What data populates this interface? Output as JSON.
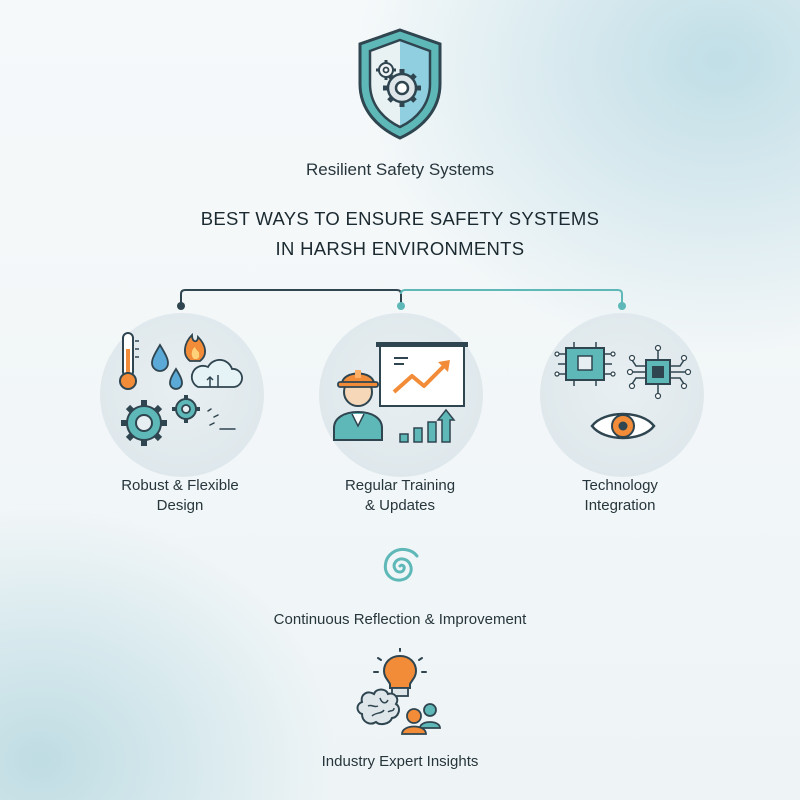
{
  "brand": {
    "icon": "shield-gear-icon",
    "title": "Resilient Safety Systems"
  },
  "headline": {
    "line1": "BEST WAYS TO ENSURE SAFETY SYSTEMS",
    "line2": "IN HARSH ENVIRONMENTS"
  },
  "branches": [
    {
      "label_line1": "Robust & Flexible",
      "label_line2": "Design",
      "icons": [
        "thermometer-icon",
        "water-drops-icon",
        "fire-icon",
        "cloud-icon",
        "gears-icon"
      ]
    },
    {
      "label_line1": "Regular Training",
      "label_line2": "& Updates",
      "icons": [
        "worker-icon",
        "presentation-board-icon",
        "growth-chart-icon"
      ]
    },
    {
      "label_line1": "Technology",
      "label_line2": "Integration",
      "icons": [
        "circuit-chip-icon",
        "processor-icon",
        "eye-icon"
      ]
    }
  ],
  "reflection": {
    "icon": "spiral-icon",
    "label": "Continuous Reflection & Improvement"
  },
  "insights": {
    "icons": [
      "lightbulb-icon",
      "brain-icon",
      "people-icon"
    ],
    "label": "Industry Expert Insights"
  },
  "colors": {
    "teal": "#5fb8b8",
    "dark": "#2f4550",
    "orange": "#f28c38",
    "light_blue": "#8fcfe0"
  }
}
